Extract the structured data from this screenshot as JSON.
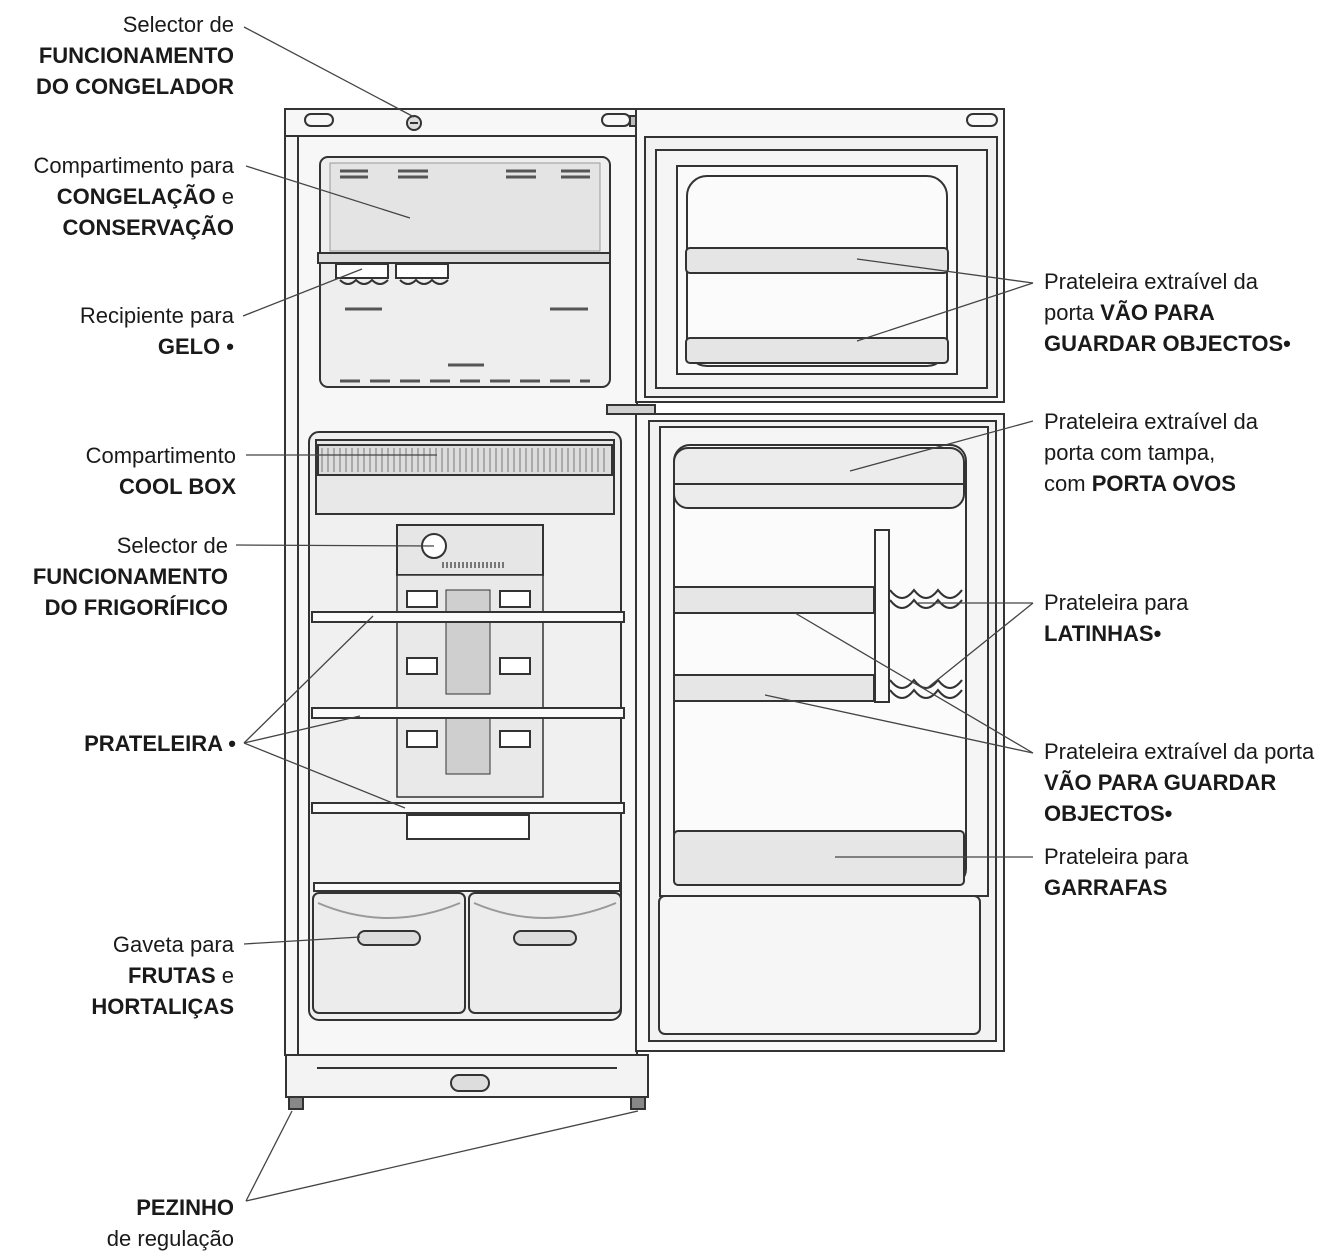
{
  "labels": {
    "freezer_selector": {
      "l1": "Selector de",
      "l2": "FUNCIONAMENTO",
      "l3": "DO CONGELADOR"
    },
    "freezer_compartment": {
      "l1": "Compartimento para",
      "l2a": "CONGELAÇÃO",
      "l2b": " e",
      "l3": "CONSERVAÇÃO"
    },
    "ice_tray": {
      "l1": "Recipiente para",
      "l2": "GELO •"
    },
    "cool_box": {
      "l1": "Compartimento",
      "l2": "COOL BOX"
    },
    "fridge_selector": {
      "l1": "Selector de",
      "l2": "FUNCIONAMENTO",
      "l3": "DO FRIGORÍFICO"
    },
    "shelf": {
      "l1": "PRATELEIRA •"
    },
    "crisper": {
      "l1": "Gaveta para",
      "l2a": "FRUTAS",
      "l2b": " e",
      "l3": "HORTALIÇAS"
    },
    "feet": {
      "l1": "PEZINHO",
      "l2": "de regulação"
    },
    "freezer_door_shelf": {
      "l1": "Prateleira extraível da",
      "l2a": "porta ",
      "l2b": "VÃO PARA",
      "l3": "GUARDAR OBJECTOS•"
    },
    "egg_shelf": {
      "l1": "Prateleira extraível da",
      "l2": "porta com tampa,",
      "l3a": "com ",
      "l3b": "PORTA OVOS"
    },
    "can_shelf": {
      "l1": "Prateleira para",
      "l2": "LATINHAS•"
    },
    "fridge_door_shelf": {
      "l1": "Prateleira extraível da porta",
      "l2": "VÃO PARA GUARDAR",
      "l3": "OBJECTOS•"
    },
    "bottle_shelf": {
      "l1": "Prateleira para",
      "l2": "GARRAFAS"
    }
  }
}
